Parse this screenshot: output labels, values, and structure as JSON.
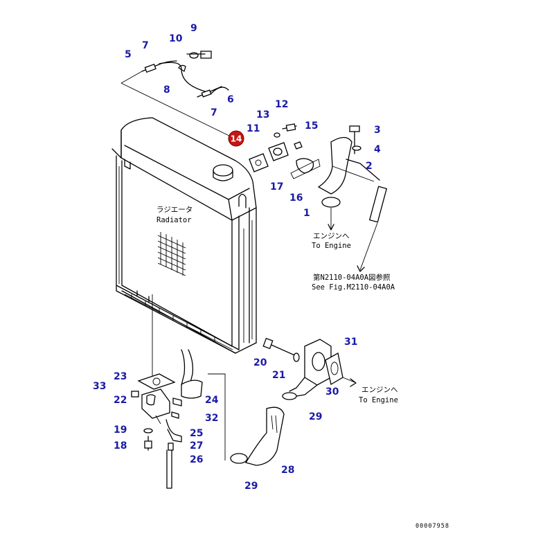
{
  "labels": {
    "p1": "1",
    "p2": "2",
    "p3": "3",
    "p4": "4",
    "p5": "5",
    "p6": "6",
    "p7a": "7",
    "p7b": "7",
    "p8": "8",
    "p9": "9",
    "p10": "10",
    "p11": "11",
    "p12": "12",
    "p13": "13",
    "p14": "14",
    "p15": "15",
    "p16": "16",
    "p17": "17",
    "p18": "18",
    "p19": "19",
    "p20": "20",
    "p21": "21",
    "p22": "22",
    "p23": "23",
    "p24": "24",
    "p25": "25",
    "p26": "26",
    "p27": "27",
    "p28": "28",
    "p29a": "29",
    "p29b": "29",
    "p30": "30",
    "p31": "31",
    "p32": "32",
    "p33": "33"
  },
  "notes": {
    "radiator_jp": "ラジエータ",
    "radiator_en": "Radiator",
    "to_engine_jp_1": "エンジンへ",
    "to_engine_en_1": "To Engine",
    "see_fig_jp": "第N2110-04A0A図参照",
    "see_fig_en": "See Fig.M2110-04A0A",
    "to_engine_jp_2": "エンジンへ",
    "to_engine_en_2": "To Engine"
  },
  "doc_id": "00007958",
  "colors": {
    "label": "#1a1aa6",
    "highlight": "#c81414",
    "line": "#000000"
  }
}
